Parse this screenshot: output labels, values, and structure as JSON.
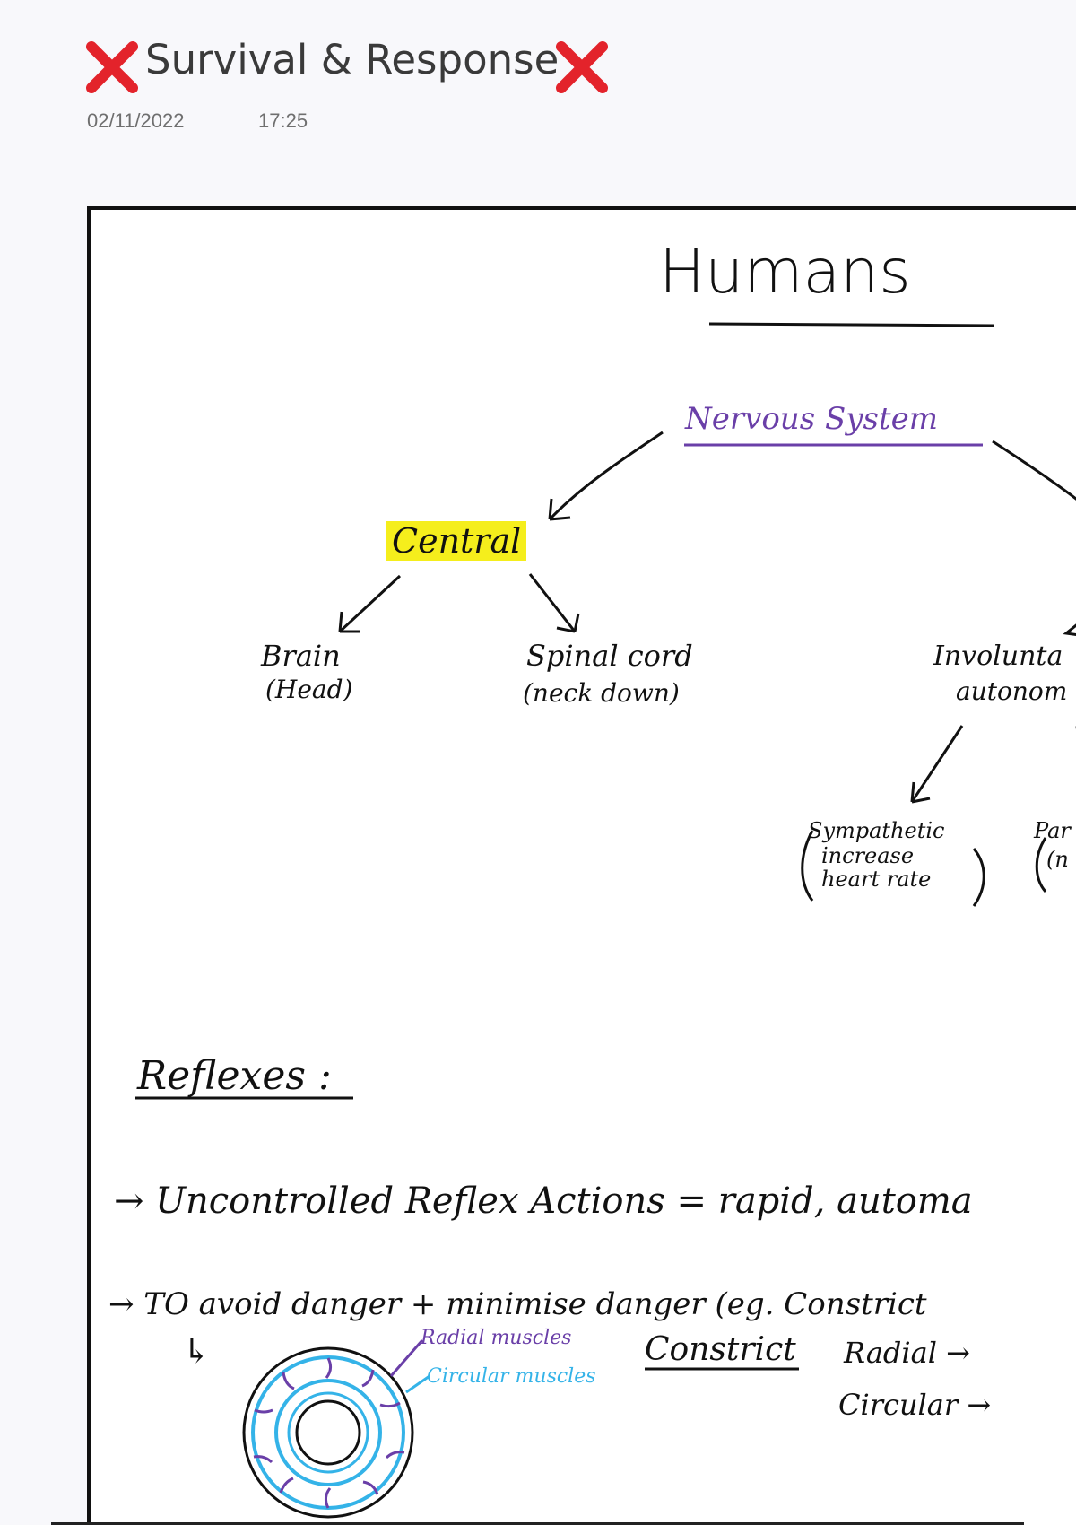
{
  "note": {
    "title": "Survival & Response",
    "date": "02/11/2022",
    "time": "17:25",
    "title_icon": "red-x-icon"
  },
  "colors": {
    "ink": "#111111",
    "purple": "#6a3fa8",
    "cyan": "#34b3e8",
    "highlight": "#f5ee1c",
    "red_x": "#e3232b"
  },
  "diagram": {
    "heading": "Humans",
    "root": "Nervous System",
    "central": "Central",
    "brain": "Brain",
    "brain_note": "(Head)",
    "spinal": "Spinal cord",
    "spinal_note": "(neck down)",
    "involuntary": "Involunta",
    "autonomic": "autonom",
    "sympathetic": "Sympathetic",
    "sympathetic_note_1": "increase",
    "sympathetic_note_2": "heart rate",
    "para": "Par",
    "para_note": "(n"
  },
  "reflexes": {
    "heading": "Reflexes :",
    "line1": "→ Uncontrolled Reflex Actions = rapid, automa",
    "line2": "→ TO avoid danger + minimise danger (eg. Constrict",
    "arrow_hook": "↳",
    "radial_label": "Radial muscles",
    "circular_label": "Circular muscles",
    "constrict": "Constrict",
    "radial": "Radial →",
    "circular": "Circular →"
  }
}
